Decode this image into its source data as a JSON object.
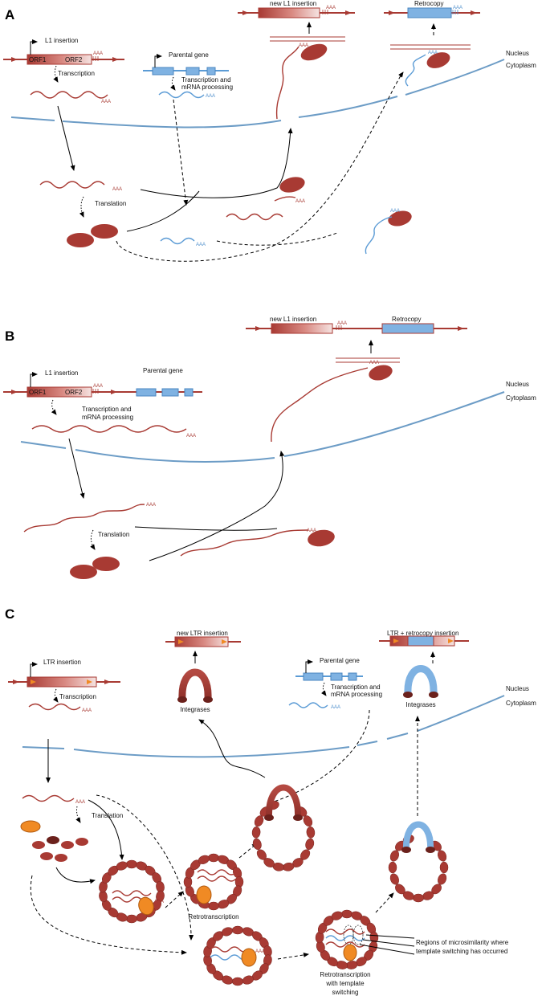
{
  "panels": {
    "a": {
      "letter": "A",
      "l1_insertion": "L1 insertion",
      "orf1": "ORF1",
      "orf2": "ORF2",
      "transcription": "Transcription",
      "parental_gene": "Parental gene",
      "transcription_mrna_1": "Transcription and",
      "transcription_mrna_2": "mRNA processing",
      "new_l1_insertion": "new L1 insertion",
      "retrocopy": "Retrocopy",
      "nucleus": "Nucleus",
      "cytoplasm": "Cytoplasm",
      "translation": "Translation",
      "polya": "AAA"
    },
    "b": {
      "letter": "B",
      "l1_insertion": "L1 insertion",
      "orf1": "ORF1",
      "orf2": "ORF2",
      "parental_gene": "Parental gene",
      "transcription_mrna_1": "Transcription and",
      "transcription_mrna_2": "mRNA processing",
      "new_l1_insertion": "new L1 insertion",
      "retrocopy": "Retrocopy",
      "nucleus": "Nucleus",
      "cytoplasm": "Cytoplasm",
      "translation": "Translation",
      "polya": "AAA"
    },
    "c": {
      "letter": "C",
      "new_ltr_insertion": "new LTR insertion",
      "ltr_retrocopy_insertion": "LTR + retrocopy insertion",
      "ltr_insertion": "LTR insertion",
      "parental_gene": "Parental gene",
      "transcription": "Transcription",
      "transcription_mrna_1": "Transcription and",
      "transcription_mrna_2": "mRNA processing",
      "integrases_1": "Integrases",
      "integrases_2": "Integrases",
      "nucleus": "Nucleus",
      "cytoplasm": "Cytoplasm",
      "translation": "Translation",
      "retrotranscription": "Retrotranscription",
      "retro_switch_1": "Retrotranscription",
      "retro_switch_2": "with template",
      "retro_switch_3": "switching",
      "microsim_1": "Regions of microsimilarity where",
      "microsim_2": "template switching has occurred",
      "polya": "AAA"
    }
  },
  "colors": {
    "l1_red": "#a83a33",
    "gene_blue": "#5b9bd5",
    "membrane_blue": "#6c9cc6",
    "integrase_orange": "#f08a24"
  }
}
